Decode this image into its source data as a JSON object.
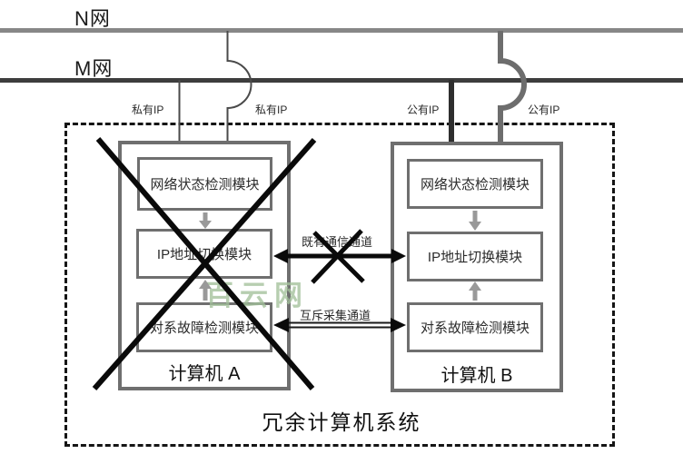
{
  "diagram": {
    "networks": {
      "n": {
        "label": "N网"
      },
      "m": {
        "label": "M网"
      }
    },
    "ip_connections": {
      "private_ip_1": "私有IP",
      "private_ip_2": "私有IP",
      "public_ip_1": "公有IP",
      "public_ip_2": "公有IP"
    },
    "system": {
      "label": "冗余计算机系统"
    },
    "computer_a": {
      "label": "计算机 A",
      "status": "failed (crossed out)",
      "modules": [
        "网络状态检测模块",
        "IP地址切换模块",
        "对系故障检测模块"
      ]
    },
    "computer_b": {
      "label": "计算机 B",
      "status": "active",
      "modules": [
        "网络状态检测模块",
        "IP地址切换模块",
        "对系故障检测模块"
      ]
    },
    "channels": {
      "existing_label": "既有通信通道",
      "existing_status": "crossed out",
      "mutex_label": "互斥采集通道"
    },
    "watermark": "百云网",
    "colors": {
      "n_bus": "#878787",
      "m_bus": "#3d3d3d",
      "thin_line": "#4a4a4a",
      "thick_dark_line": "#2e2e2e",
      "thick_gray_line": "#6d6d6d",
      "box_border": "#6f6f6f",
      "module_arrow": "#999999",
      "cross_black": "#0a0a0a",
      "watermark_green": "#a3c19b"
    }
  }
}
